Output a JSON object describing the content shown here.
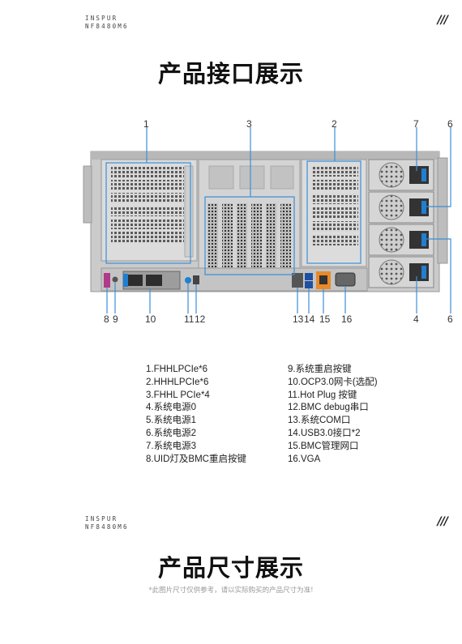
{
  "section1": {
    "brand_line1": "INSPUR",
    "brand_line2": "NF8480M6",
    "slashes": "///",
    "title": "产品接口展示"
  },
  "callouts": {
    "top": [
      "1",
      "3",
      "2",
      "7",
      "6"
    ],
    "bottom": [
      "8",
      "9",
      "10",
      "11",
      "12",
      "13",
      "14",
      "15",
      "16",
      "4",
      "6"
    ]
  },
  "legend_left": [
    "1.FHHLPCIe*6",
    "2.HHHLPCIe*6",
    "3.FHHL PCIe*4",
    "4.系统电源0",
    "5.系统电源1",
    "6.系统电源2",
    "7.系统电源3",
    "8.UID灯及BMC重启按键"
  ],
  "legend_right": [
    "9.系统重启按键",
    "10.OCP3.0网卡(选配)",
    "11.Hot Plug 按键",
    "12.BMC debug串口",
    "13.系统COM口",
    "14.USB3.0接口*2",
    "15.BMC管理网口",
    "16.VGA"
  ],
  "section2": {
    "brand_line1": "INSPUR",
    "brand_line2": "NF8480M6",
    "slashes": "///",
    "title": "产品尺寸展示",
    "note": "*此图片尺寸仅供参考，请以实际购买的产品尺寸为准!"
  },
  "colors": {
    "callout_line": "#3a8fd8",
    "chassis": "#c9c9c9",
    "usb_orange": "#e8892a",
    "uid_magenta": "#b03a8a",
    "psu_blue": "#1f7fd0"
  }
}
